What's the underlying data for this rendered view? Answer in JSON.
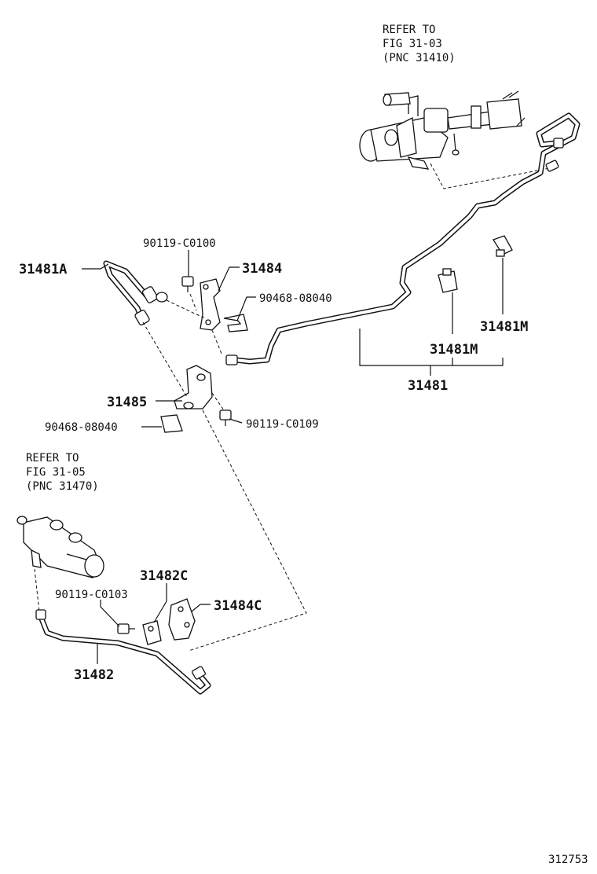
{
  "figure_number": "312753",
  "references": {
    "master_cylinder": {
      "line1": "REFER TO",
      "line2": "FIG 31-03",
      "line3": "(PNC 31410)"
    },
    "release_cylinder": {
      "line1": "REFER TO",
      "line2": "FIG 31-05",
      "line3": "(PNC 31470)"
    }
  },
  "labels": {
    "p31481A": "31481A",
    "p90119_C0100": "90119-C0100",
    "p31484": "31484",
    "p90468_08040_top": "90468-08040",
    "p31481M_right": "31481M",
    "p31481M_center": "31481M",
    "p31481": "31481",
    "p31485": "31485",
    "p90468_08040_mid": "90468-08040",
    "p90119_C0109": "90119-C0109",
    "p31482C": "31482C",
    "p90119_C0103": "90119-C0103",
    "p31484C": "31484C",
    "p31482": "31482"
  }
}
